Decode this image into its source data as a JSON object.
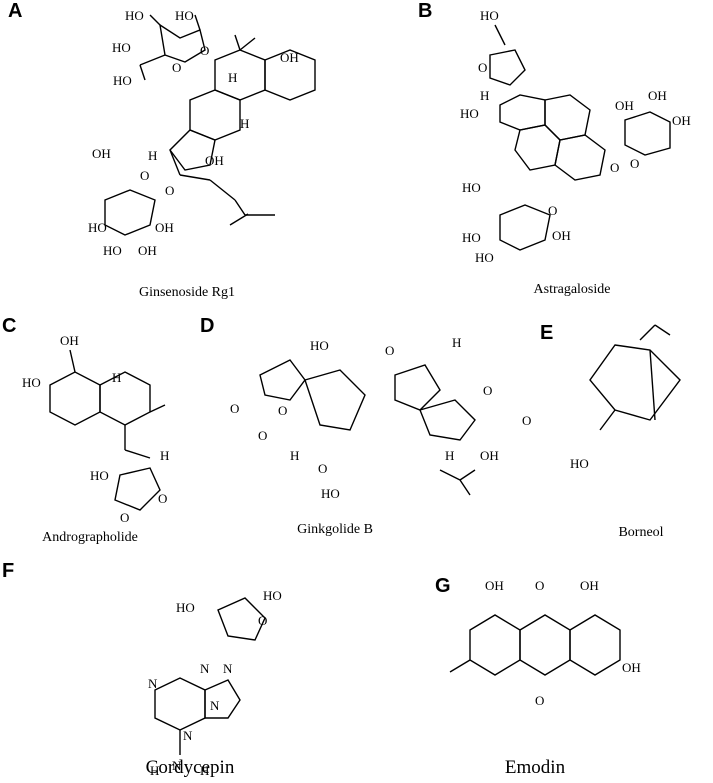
{
  "panels": [
    {
      "letter": "A",
      "name": "Ginsenoside Rg1"
    },
    {
      "letter": "B",
      "name": "Astragaloside"
    },
    {
      "letter": "C",
      "name": "Andrographolide"
    },
    {
      "letter": "D",
      "name": "Ginkgolide B"
    },
    {
      "letter": "E",
      "name": "Borneol"
    },
    {
      "letter": "F",
      "name": "Cordycepin"
    },
    {
      "letter": "G",
      "name": "Emodin"
    }
  ],
  "atom_labels": {
    "oh": "OH",
    "ho": "HO",
    "ho_paren": "(HO",
    "o": "O",
    "h": "H",
    "n": "N",
    "nh": "N",
    "h_left": "H",
    "h_right": "H"
  }
}
